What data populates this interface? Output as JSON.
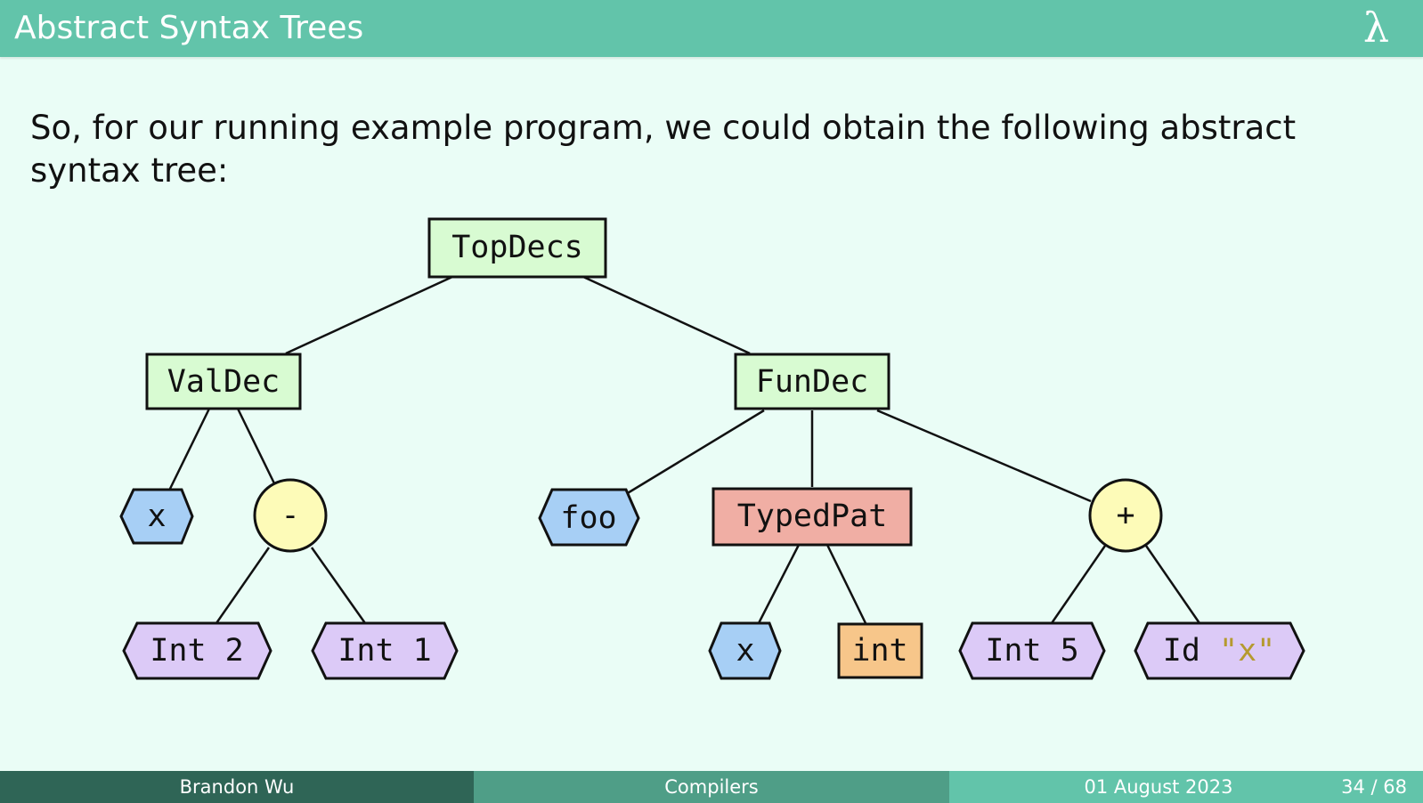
{
  "header": {
    "title": "Abstract Syntax Trees",
    "logo_glyph": "λ"
  },
  "intro_text": "So, for our running example program, we could obtain the following abstract syntax tree:",
  "colors": {
    "header_bg": "#62c4aa",
    "slide_bg": "#eafdf6",
    "declaration_node": "#d8fbd2",
    "identifier_node": "#a7cff5",
    "operator_node": "#fdfbb8",
    "literal_node": "#dccaf7",
    "pattern_node": "#f0aea4",
    "type_node": "#f7c68a",
    "type_text": "#4a8fe0",
    "string_text": "#b59a2f"
  },
  "tree": {
    "root": {
      "label": "TopDecs",
      "shape": "rect"
    },
    "valdec": {
      "label": "ValDec",
      "name": {
        "label": "x",
        "shape": "hexagon"
      },
      "expr": {
        "label": "-",
        "shape": "circle",
        "left": {
          "label": "Int 2",
          "shape": "hexagon"
        },
        "right": {
          "label": "Int 1",
          "shape": "hexagon"
        }
      }
    },
    "fundec": {
      "label": "FunDec",
      "name": {
        "label": "foo",
        "shape": "hexagon"
      },
      "param": {
        "label": "TypedPat",
        "shape": "rect",
        "var": {
          "label": "x",
          "shape": "hexagon"
        },
        "type": {
          "label": "int",
          "shape": "rect"
        }
      },
      "body": {
        "label": "+",
        "shape": "circle",
        "left": {
          "label": "Int 5",
          "shape": "hexagon"
        },
        "right": {
          "prefix": "Id ",
          "string": "\"x\"",
          "shape": "hexagon"
        }
      }
    }
  },
  "footer": {
    "author": "Brandon Wu",
    "course": "Compilers",
    "date": "01 August 2023",
    "page": "34 / 68"
  }
}
